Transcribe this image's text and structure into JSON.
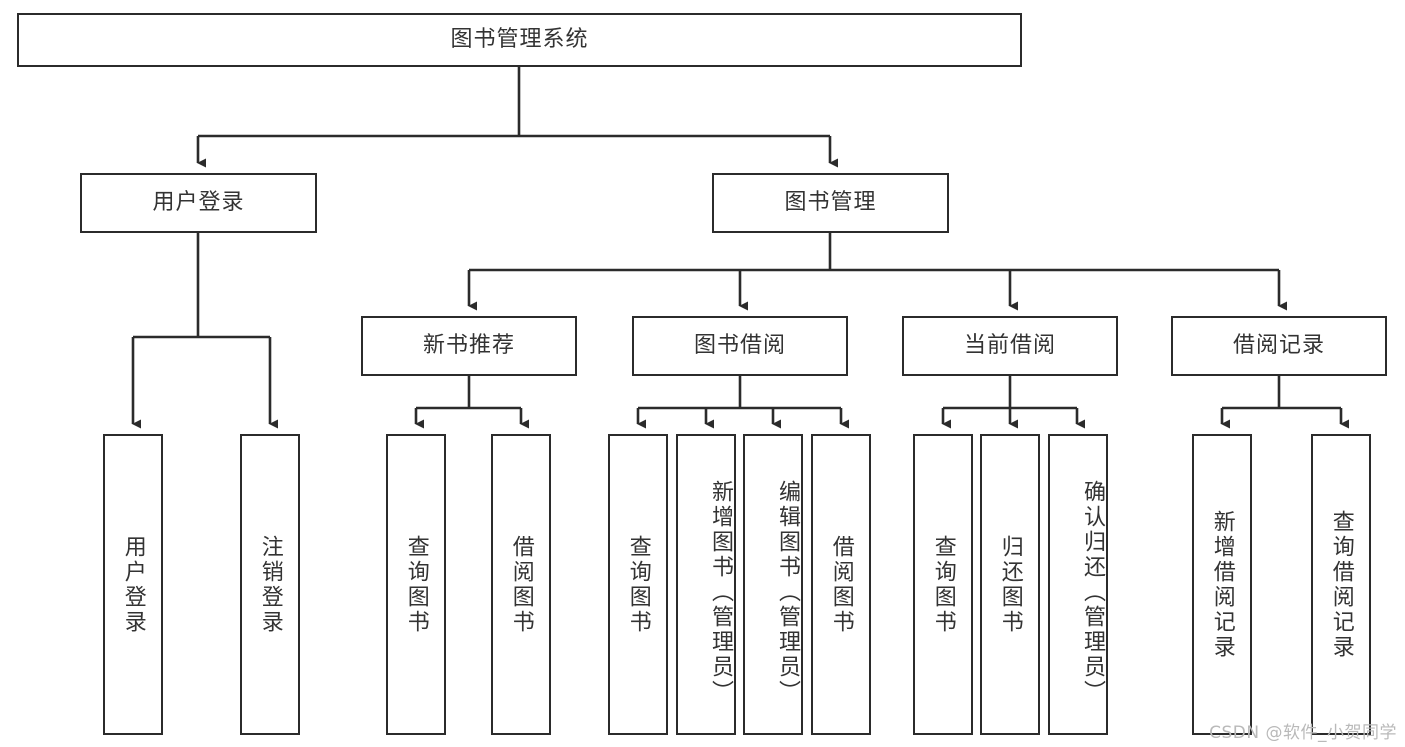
{
  "diagram": {
    "title": "图书管理系统",
    "type": "tree",
    "watermark": "CSDN @软件_小贺同学",
    "colors": {
      "box_border": "#2b2b2b",
      "box_fill": "#ffffff",
      "text": "#333333",
      "connector": "#2b2b2b",
      "watermark": "#b9b9b9",
      "background": "#ffffff"
    },
    "root": {
      "label": "图书管理系统"
    },
    "level2": [
      {
        "label": "用户登录"
      },
      {
        "label": "图书管理"
      }
    ],
    "level3": [
      {
        "label": "新书推荐"
      },
      {
        "label": "图书借阅"
      },
      {
        "label": "当前借阅"
      },
      {
        "label": "借阅记录"
      }
    ],
    "leaves": {
      "user_login": [
        {
          "label": "用户登录"
        },
        {
          "label": "注销登录"
        }
      ],
      "new_book_recommend": [
        {
          "label": "查询图书"
        },
        {
          "label": "借阅图书"
        }
      ],
      "book_borrow": [
        {
          "label": "查询图书"
        },
        {
          "label": "新增图书（管理员）"
        },
        {
          "label": "编辑图书（管理员）"
        },
        {
          "label": "借阅图书"
        }
      ],
      "current_borrow": [
        {
          "label": "查询图书"
        },
        {
          "label": "归还图书"
        },
        {
          "label": "确认归还（管理员）"
        }
      ],
      "borrow_record": [
        {
          "label": "新增借阅记录"
        },
        {
          "label": "查询借阅记录"
        }
      ]
    }
  }
}
